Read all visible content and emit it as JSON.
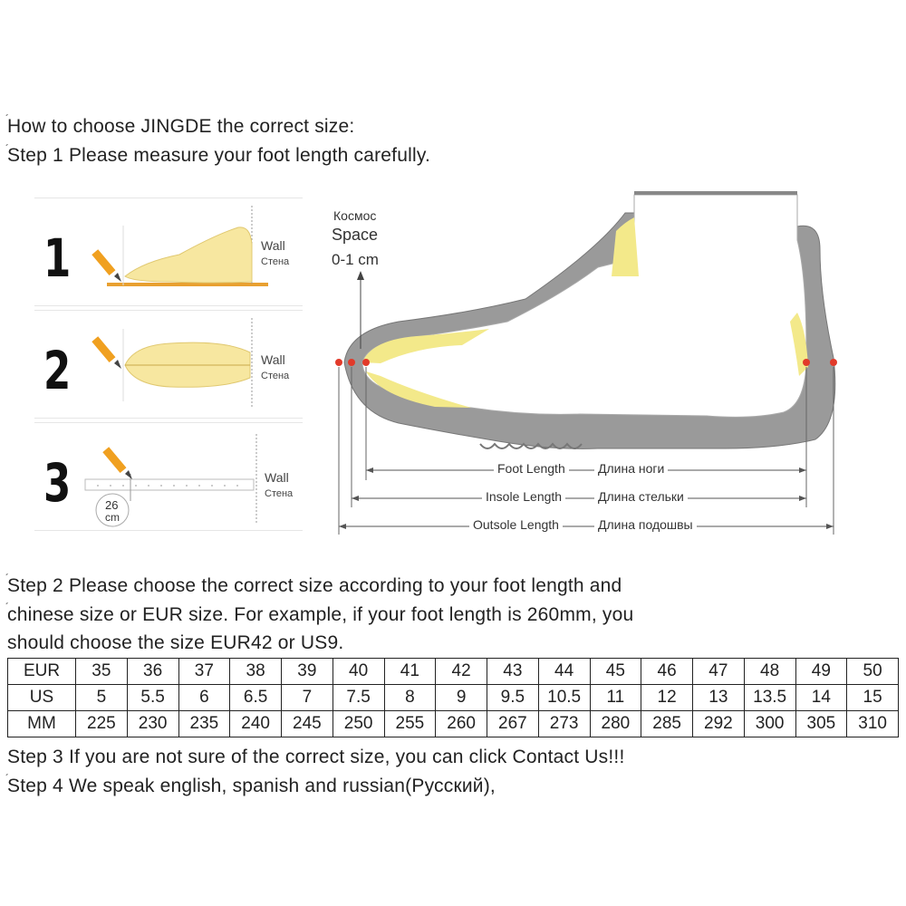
{
  "intro": {
    "heading": "How to choose JINGDE the correct size:",
    "step1": "Step 1 Please measure your foot length carefully.",
    "step2_line1": "Step 2 Please choose the correct size according to your foot length and",
    "step2_line2": "chinese size or EUR size. For example, if your foot length is 260mm, you",
    "step2_line3": "should choose the size EUR42 or US9.",
    "step3": "Step 3 If you are not sure of the correct size, you can click Contact Us!!!",
    "step4": "Step 4 We speak english, spanish and russian(Русский),"
  },
  "measure_steps": [
    {
      "number": "1",
      "wall_en": "Wall",
      "wall_ru": "Стена"
    },
    {
      "number": "2",
      "wall_en": "Wall",
      "wall_ru": "Стена"
    },
    {
      "number": "3",
      "wall_en": "Wall",
      "wall_ru": "Стена",
      "ruler_value": "26",
      "ruler_unit": "cm"
    }
  ],
  "diagram": {
    "space_ru": "Космос",
    "space_en": "Space",
    "space_range": "0-1 cm",
    "foot_length_en": "Foot Length",
    "foot_length_ru": "Длина ноги",
    "insole_length_en": "Insole Length",
    "insole_length_ru": "Длина стельки",
    "outsole_length_en": "Outsole Length",
    "outsole_length_ru": "Длина подошвы"
  },
  "size_table": {
    "rows": [
      {
        "label": "EUR",
        "values": [
          "35",
          "36",
          "37",
          "38",
          "39",
          "40",
          "41",
          "42",
          "43",
          "44",
          "45",
          "46",
          "47",
          "48",
          "49",
          "50"
        ]
      },
      {
        "label": "US",
        "values": [
          "5",
          "5.5",
          "6",
          "6.5",
          "7",
          "7.5",
          "8",
          "9",
          "9.5",
          "10.5",
          "11",
          "12",
          "13",
          "13.5",
          "14",
          "15"
        ]
      },
      {
        "label": "MM",
        "values": [
          "225",
          "230",
          "235",
          "240",
          "245",
          "250",
          "255",
          "260",
          "267",
          "273",
          "280",
          "285",
          "292",
          "300",
          "305",
          "310"
        ]
      }
    ]
  },
  "colors": {
    "foot_fill": "#f7e7a0",
    "pencil": "#f0a020",
    "shoe_gray": "#9a9a9a",
    "insole_yellow": "#f3e98a",
    "marker_red": "#e23a2a"
  }
}
